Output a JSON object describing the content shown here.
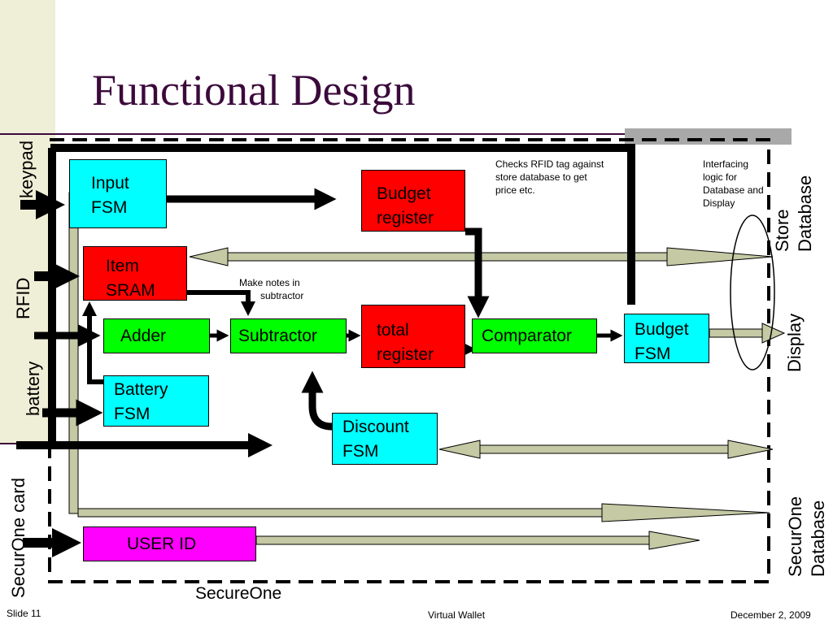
{
  "title": "Functional Design",
  "blocks": {
    "input_fsm": [
      "Input",
      "FSM"
    ],
    "budget_register": [
      "Budget",
      "register"
    ],
    "item_sram": [
      "Item",
      "SRAM"
    ],
    "adder": "Adder",
    "subtractor": "Subtractor",
    "total_register": [
      "total",
      "register"
    ],
    "comparator": "Comparator",
    "budget_fsm": [
      "Budget",
      "FSM"
    ],
    "battery_fsm": [
      "Battery",
      "FSM"
    ],
    "discount_fsm": [
      "Discount",
      "FSM"
    ],
    "user_id": "USER ID"
  },
  "notes": {
    "rfid_check": [
      "Checks RFID tag against",
      "store database to get",
      "price etc."
    ],
    "interfacing": [
      "Interfacing",
      "logic for",
      "Database and",
      "Display"
    ],
    "make_notes": [
      "Make notes in",
      "subtractor"
    ]
  },
  "side_labels": {
    "keypad": "keypad",
    "rfid": "RFID",
    "battery": "battery",
    "securone_card": "SecurOne card",
    "store_database": [
      "Store",
      "Database"
    ],
    "display": "Display",
    "securone_database": [
      "SecurOne",
      "Database"
    ],
    "secureone": "SecureOne"
  },
  "footer": {
    "slide": "Slide 11",
    "center": "Virtual Wallet",
    "date": "December 2, 2009"
  },
  "colors": {
    "title": "#3b0a3b",
    "cyan": "#00ffff",
    "red": "#ff0000",
    "green": "#00ff00",
    "magenta": "#ff00ff",
    "bus": "#c5c9a4"
  }
}
